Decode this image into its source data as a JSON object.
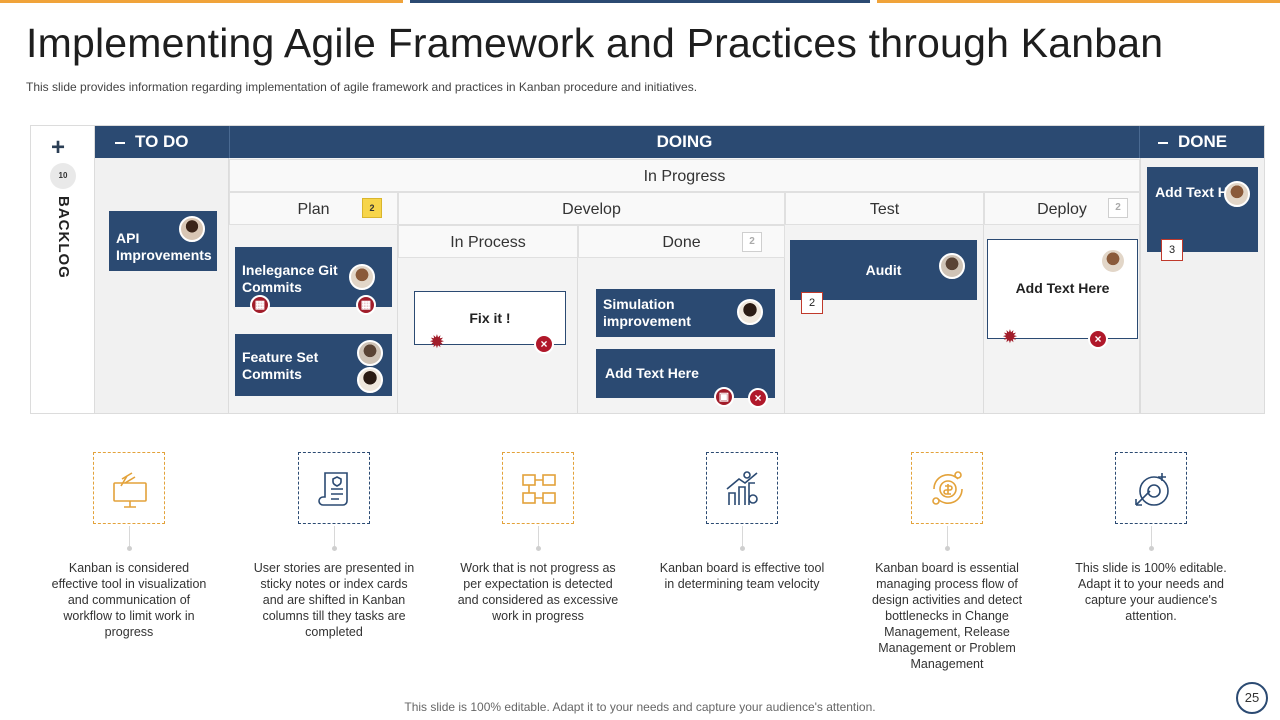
{
  "title": "Implementing Agile Framework and Practices through Kanban",
  "subtitle": "This slide provides information regarding implementation of agile framework and practices in Kanban procedure and initiatives.",
  "board": {
    "backlog": {
      "label": "BACKLOG",
      "count": "10",
      "add_icon": "plus-icon"
    },
    "columns": {
      "todo": "TO DO",
      "doing": "DOING",
      "done": "DONE"
    },
    "in_progress": "In Progress",
    "stages": {
      "plan": {
        "label": "Plan",
        "badge": "2"
      },
      "develop": {
        "label": "Develop"
      },
      "test": {
        "label": "Test"
      },
      "deploy": {
        "label": "Deploy",
        "badge": "2"
      },
      "in_process": {
        "label": "In Process"
      },
      "dev_done": {
        "label": "Done",
        "badge": "2"
      }
    },
    "cards": {
      "api": "API Improvements",
      "inelegance": "Inelegance Git Commits",
      "feature": "Feature Set Commits",
      "fix": "Fix it !",
      "simulation": "Simulation improvement",
      "add_dev": "Add  Text Here",
      "audit": "Audit",
      "audit_badge": "2",
      "add_deploy": "Add  Text Here",
      "done_card": "Add Text Here",
      "done_badge": "3"
    },
    "colors": {
      "primary": "#2b4a72",
      "accent": "#f0a33a",
      "alert": "#a11d2a"
    }
  },
  "features": [
    {
      "icon": "gavel-computer-icon",
      "text": "Kanban is considered effective  tool in visualization and communication of workflow to limit work in progress"
    },
    {
      "icon": "scroll-certificate-icon",
      "text": "User stories are presented in sticky notes or index cards and are shifted in Kanban columns till they tasks are completed"
    },
    {
      "icon": "flow-chart-icon",
      "text": "Work that is not progress as per expectation is detected and considered as excessive work in progress"
    },
    {
      "icon": "growth-chart-gear-icon",
      "text": "Kanban board  is effective tool in determining team velocity"
    },
    {
      "icon": "money-cycle-icon",
      "text": "Kanban board  is essential managing process flow of design activities and detect bottlenecks in Change Management, Release Management or Problem Management"
    },
    {
      "icon": "target-dollar-icon",
      "text": "This slide is 100% editable. Adapt it to your needs and capture your audience's attention."
    }
  ],
  "footer": "This slide is 100% editable. Adapt it to your needs and capture your audience's attention.",
  "page_number": "25"
}
